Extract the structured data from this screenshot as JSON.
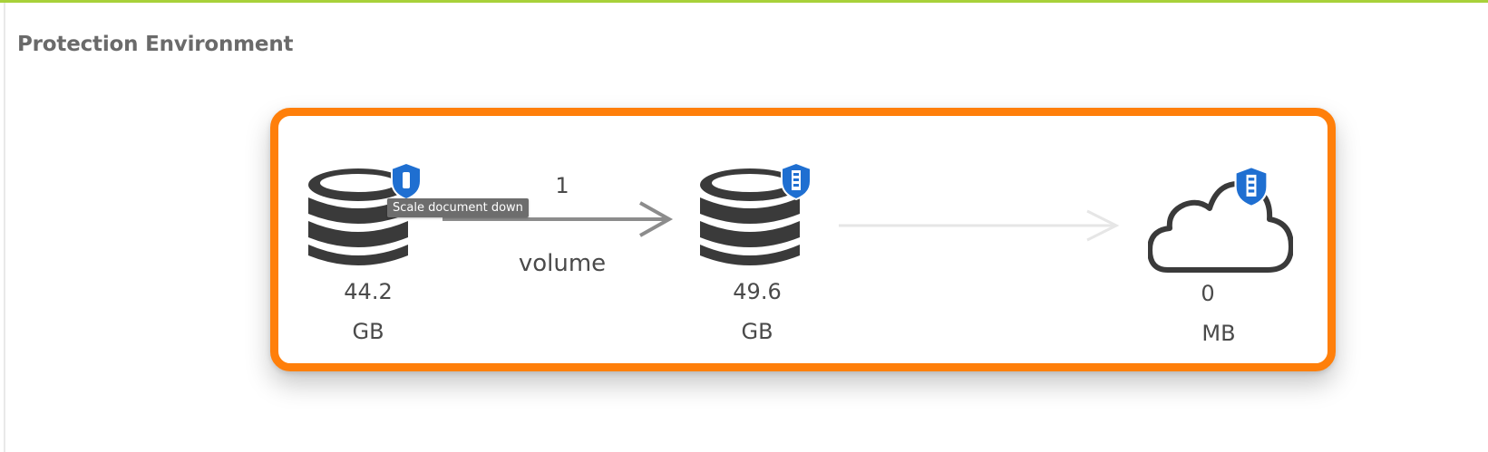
{
  "section": {
    "title": "Protection Environment"
  },
  "tooltip": {
    "text": "Scale document down"
  },
  "nodes": [
    {
      "kind": "volume",
      "icon": "database-icon",
      "badge": "shield-icon",
      "value": "44.2",
      "unit": "GB"
    },
    {
      "kind": "volume",
      "icon": "database-icon",
      "badge": "shield-icon",
      "value": "49.6",
      "unit": "GB"
    },
    {
      "kind": "cloud",
      "icon": "cloud-icon",
      "badge": "shield-icon",
      "value": "0",
      "unit": "MB"
    }
  ],
  "links": [
    {
      "count": "1",
      "label": "volume",
      "state": "active"
    },
    {
      "state": "inactive"
    }
  ],
  "colors": {
    "accent_top": "#a8d13a",
    "frame": "#ff7f0a",
    "shield": "#1f6fd1",
    "icon_dark": "#3a3a3a"
  }
}
